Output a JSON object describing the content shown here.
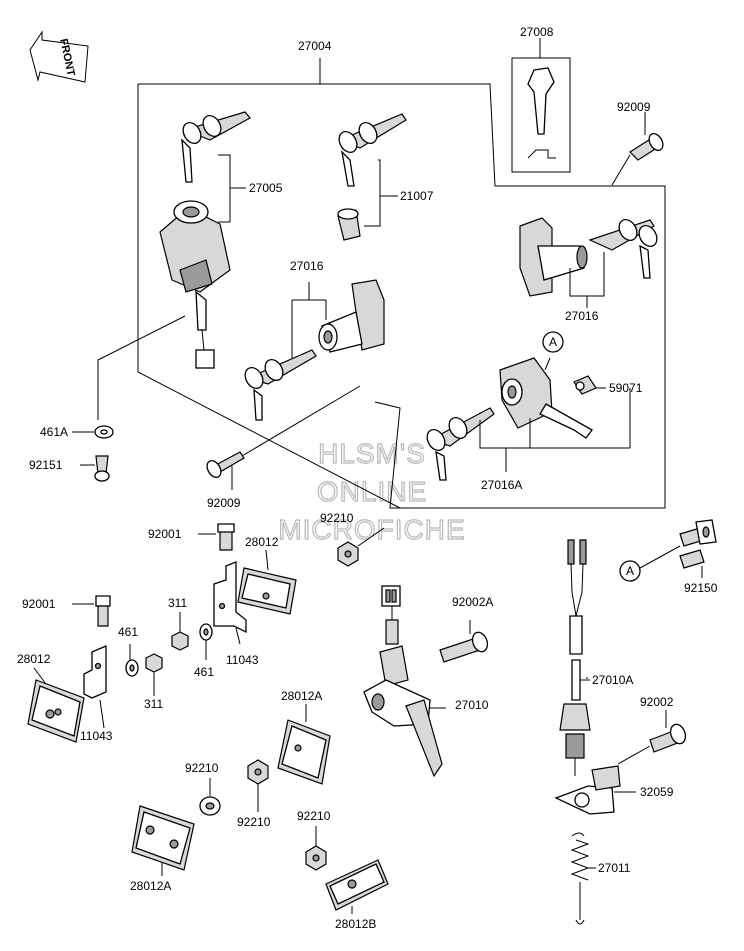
{
  "front_badge": {
    "label": "FRONT"
  },
  "watermark": {
    "lines": [
      "HLSM'S",
      "ONLINE",
      "MICROFICHE"
    ]
  },
  "callouts": {
    "c27004": "27004",
    "c27008": "27008",
    "c92009_top": "92009",
    "c27005": "27005",
    "c21007": "21007",
    "c27016_center": "27016",
    "c27016_right": "27016",
    "c59071": "59071",
    "c461a": "461A",
    "c92151": "92151",
    "c27016a": "27016A",
    "c92009_bottom": "92009",
    "c92210_top": "92210",
    "c92001_top": "92001",
    "c28012_top": "28012",
    "c92001_left": "92001",
    "c311_top": "311",
    "c461_top": "461",
    "c28012_left": "28012",
    "c311_bottom": "311",
    "c461_bottom": "461",
    "c11043_right": "11043",
    "c11043_left": "11043",
    "c92002a": "92002A",
    "c27010": "27010",
    "c28012a_top": "28012A",
    "c92210_left": "92210",
    "c92210_mid": "92210",
    "c92210_bottom": "92210",
    "c28012a_bottom": "28012A",
    "c28012b": "28012B",
    "c92150": "92150",
    "c27010a": "27010A",
    "c92002": "92002",
    "c32059": "32059",
    "c27011": "27011"
  },
  "markers": {
    "a_upper": "A",
    "a_lower": "A"
  }
}
